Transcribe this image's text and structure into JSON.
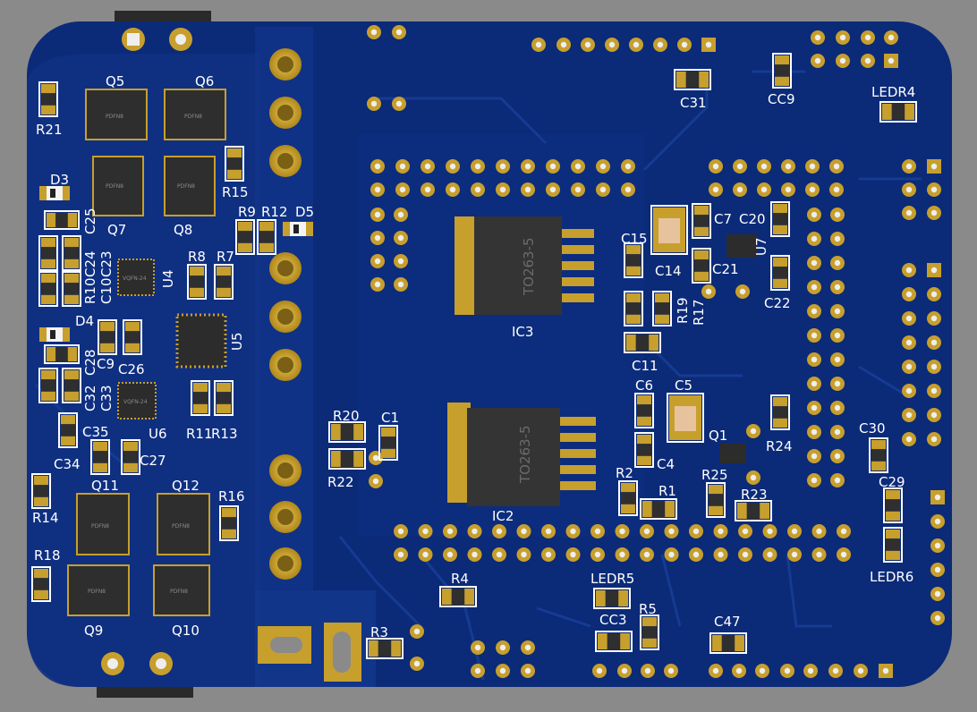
{
  "board": {
    "mosfets": [
      {
        "ref": "Q5",
        "package": "PDFN8"
      },
      {
        "ref": "Q6",
        "package": "PDFN8"
      },
      {
        "ref": "Q7",
        "package": "PDFN8"
      },
      {
        "ref": "Q8",
        "package": "PDFN8"
      },
      {
        "ref": "Q11",
        "package": "PDFN8"
      },
      {
        "ref": "Q12",
        "package": "PDFN8"
      },
      {
        "ref": "Q9",
        "package": "PDFN8"
      },
      {
        "ref": "Q10",
        "package": "PDFN8"
      }
    ],
    "regulators": [
      {
        "ref": "IC3",
        "package": "TO263-5"
      },
      {
        "ref": "IC2",
        "package": "TO263-5"
      }
    ],
    "qfn_chips": [
      {
        "ref": "U4",
        "marking": "VQFN-24"
      },
      {
        "ref": "U6",
        "marking": "VQFN-24"
      }
    ],
    "tssop_chips": [
      {
        "ref": "U5"
      }
    ],
    "sot_parts": [
      {
        "ref": "U7"
      },
      {
        "ref": "Q1"
      }
    ],
    "labels": [
      "R21",
      "D3",
      "R15",
      "R9",
      "R12",
      "D5",
      "C25",
      "C24",
      "C23",
      "R10",
      "C10",
      "R8",
      "R7",
      "D4",
      "C28",
      "C9",
      "C26",
      "C32",
      "C33",
      "C35",
      "C34",
      "C27",
      "R11",
      "R13",
      "R14",
      "R16",
      "R18",
      "C31",
      "CC9",
      "LEDR4",
      "C15",
      "C14",
      "C7",
      "C20",
      "C21",
      "C22",
      "R19",
      "R17",
      "C11",
      "C6",
      "C5",
      "C4",
      "Q1",
      "R24",
      "R20",
      "C1",
      "R22",
      "R2",
      "R1",
      "R25",
      "R23",
      "C30",
      "C29",
      "LEDR6",
      "R4",
      "LEDR5",
      "R5",
      "CC3",
      "C47",
      "R3"
    ]
  },
  "colors": {
    "background": "#8a8a8a",
    "board": "#0b2a78",
    "copper_pour": "#13358a",
    "pad": "#c79f2d",
    "silkscreen": "#ffffff",
    "component_body": "#2f2f2f"
  }
}
